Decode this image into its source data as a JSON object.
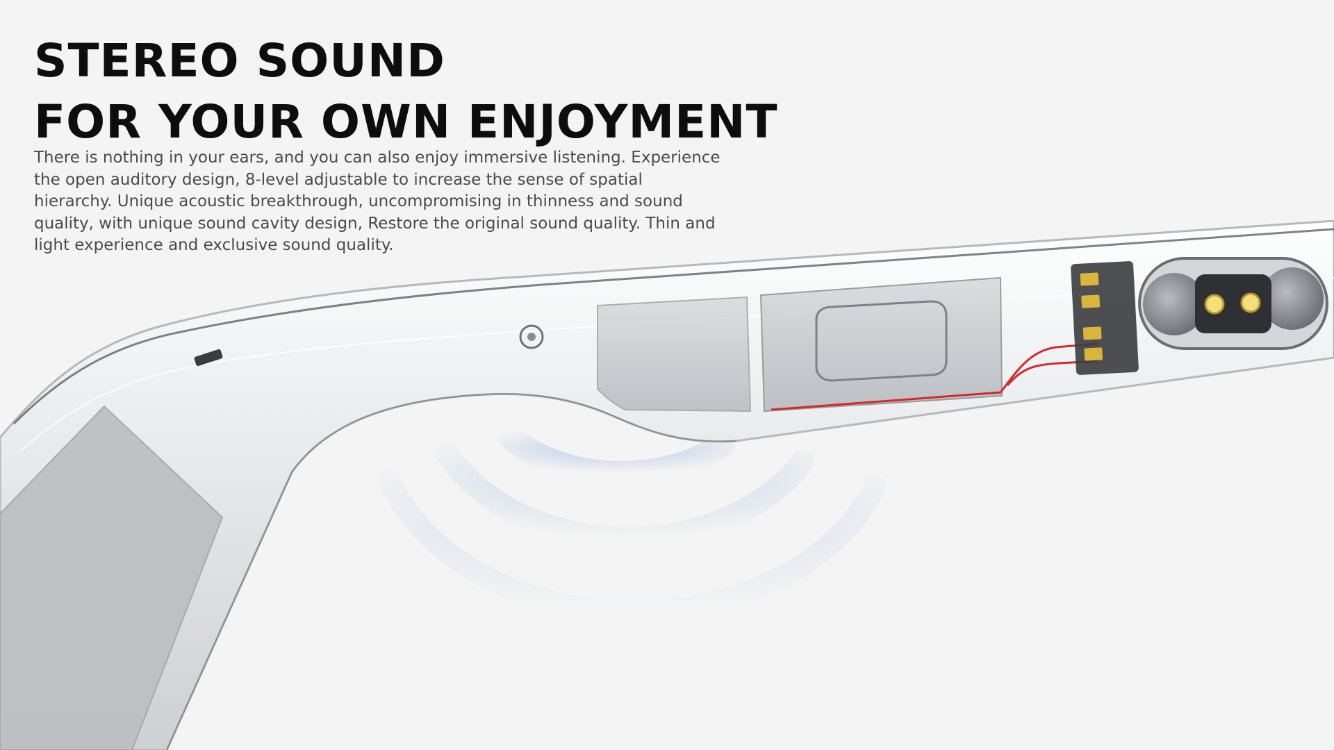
{
  "headline": {
    "line1": "STEREO SOUND",
    "line2": "FOR YOUR OWN ENJOYMENT"
  },
  "body_text": "There is nothing in your ears, and you can also enjoy immersive listening. Experience the open auditory design, 8-level adjustable to increase the sense of spatial hierarchy. Unique acoustic breakthrough, uncompromising in thinness and sound quality, with unique sound cavity design, Restore the original sound quality. Thin and light experience and exclusive sound quality.",
  "colors": {
    "background": "#f4f4f4",
    "headline": "#0d0d0d",
    "body": "#4a4a4a",
    "wave": "#6f93d6",
    "wire": "#d22a2a",
    "contacts": "#d9b53a"
  }
}
